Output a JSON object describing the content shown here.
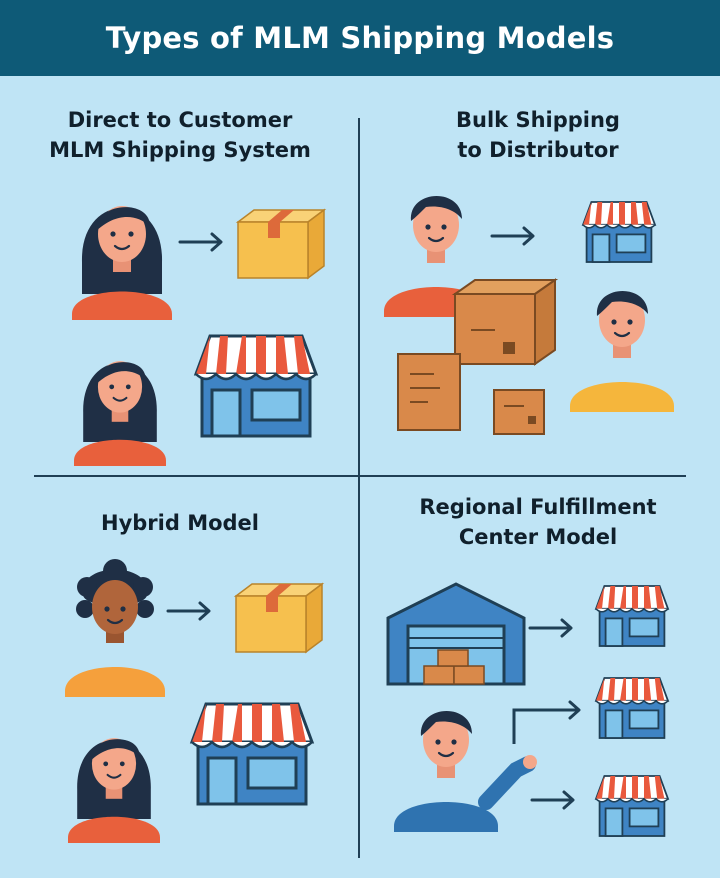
{
  "header": {
    "title": "Types of MLM Shipping Models"
  },
  "quadrants": [
    {
      "id": "direct",
      "title_lines": [
        "Direct to Customer",
        "MLM Shipping System"
      ]
    },
    {
      "id": "bulk",
      "title_lines": [
        "Bulk Shipping",
        "to Distributor"
      ]
    },
    {
      "id": "hybrid",
      "title_lines": [
        "Hybrid Model"
      ]
    },
    {
      "id": "regional",
      "title_lines": [
        "Regional Fulfillment",
        "Center Model"
      ]
    }
  ],
  "colors": {
    "header_bg": "#0e5a77",
    "page_bg": "#bfe4f5",
    "shirt_orange": "#e8603c",
    "shirt_yellow": "#f5b63c",
    "shirt_blue": "#2f73b0",
    "box_yellow": "#f6c04e",
    "box_brown": "#d9894a",
    "store_blue": "#3f84c4",
    "awning_red": "#e9593d",
    "hair_dark": "#1f2f45",
    "skin_light": "#f4a78a",
    "skin_dark": "#b0653b"
  },
  "icons": [
    "woman-icon",
    "package-icon",
    "storefront-icon",
    "man-icon",
    "warehouse-icon",
    "arrow-right-icon"
  ]
}
